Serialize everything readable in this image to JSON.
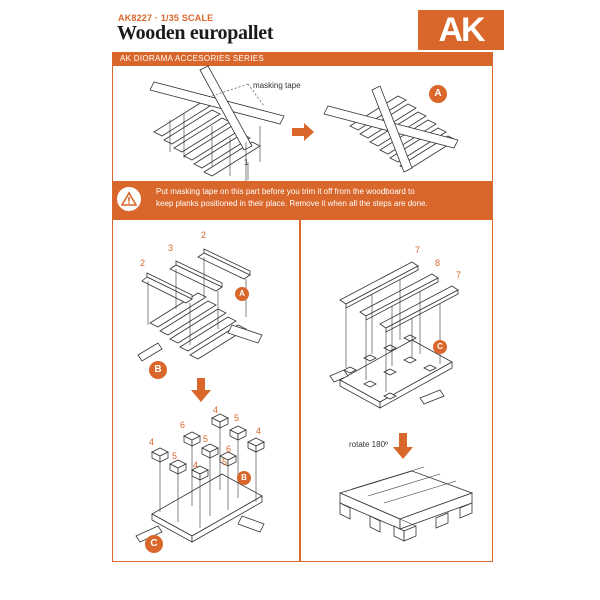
{
  "header": {
    "code": "AK8227 · 1/35 SCALE",
    "title": "Wooden europallet",
    "logo_text": "AK",
    "series": "AK DIORAMA ACCESORIES SERIES"
  },
  "step1": {
    "masking_label": "masking tape",
    "part_number": "1",
    "badge": "A"
  },
  "note": {
    "icon": "warning-triangle-icon",
    "text_line1": "Put masking tape on this part before you trim it off from the woodboard to",
    "text_line2": "keep planks positioned in their place. Remove it when all the steps are done."
  },
  "step2": {
    "part_numbers": [
      "2",
      "3",
      "2"
    ],
    "badge_a": "A",
    "badge_b": "B"
  },
  "step3": {
    "part_numbers": [
      "4",
      "6",
      "5",
      "4",
      "5",
      "4",
      "5",
      "4",
      "6",
      "5"
    ],
    "badge_b": "B",
    "badge_c": "C"
  },
  "step4": {
    "part_numbers": [
      "7",
      "8",
      "7"
    ],
    "badge_c": "C",
    "rotate_label": "rotate 180º"
  },
  "colors": {
    "accent": "#d9662a",
    "line": "#333333"
  }
}
